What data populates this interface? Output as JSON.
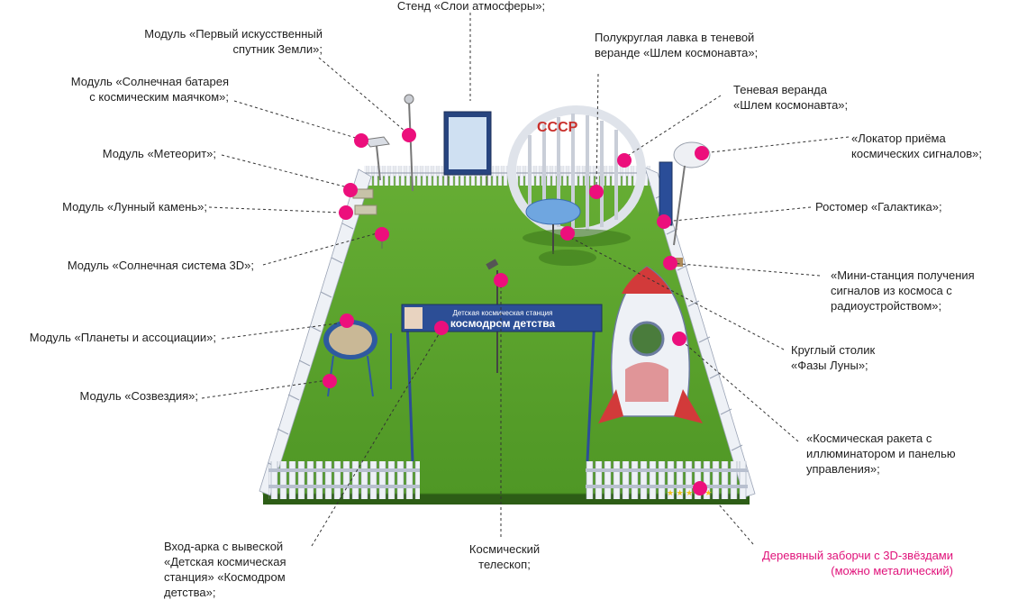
{
  "labels": {
    "stend_sloi": [
      "Стенд «Слои атмосферы»;"
    ],
    "sputnik": [
      "Модуль «Первый искусственный",
      "спутник Земли»;"
    ],
    "solar_battery": [
      "Модуль «Солнечная батарея",
      "с космическим маячком»;"
    ],
    "meteorit": [
      "Модуль «Метеорит»;"
    ],
    "lunar_stone": [
      "Модуль «Лунный камень»;"
    ],
    "solar_system": [
      "Модуль «Солнечная система 3D»;"
    ],
    "planets": [
      "Модуль «Планеты и ассоциации»;"
    ],
    "constellations": [
      "Модуль  «Созвездия»;"
    ],
    "bench": [
      "Полукруглая лавка в теневой",
      "веранде «Шлем космонавта»;"
    ],
    "veranda": [
      "Теневая веранда",
      "«Шлем космонавта»;"
    ],
    "locator": [
      "«Локатор приёма",
      "космических сигналов»;"
    ],
    "rostomer": [
      "Ростомер «Галактика»;"
    ],
    "mini_station": [
      "«Мини-станция получения",
      "сигналов из космоса с",
      "радиоустройством»;"
    ],
    "moon_table": [
      "Круглый столик",
      "«Фазы Луны»;"
    ],
    "rocket": [
      "«Космическая ракета с",
      "иллюминатором и панелью",
      "управления»;"
    ],
    "fence": [
      "Деревяный заборчи с 3D-звёздами",
      "(можно металический)"
    ],
    "telescope": [
      "Космический",
      "телескоп;"
    ],
    "entrance": [
      "Вход-арка с вывеской",
      "«Детская космическая",
      "станция» «Космодром",
      "детства»;"
    ]
  },
  "scene": {
    "sign_small": "Детская космическая станция",
    "sign_big": "космодром детства",
    "ussr": "СССР"
  },
  "colors": {
    "marker": "#ec0f7c",
    "grass": "#5aa52a",
    "grass_dark": "#3f7f1c",
    "fence": "#e8ecf2",
    "fence_blue": "#3a5ea8",
    "sign_bg": "#2c4e96",
    "pink_text": "#e0127a"
  }
}
